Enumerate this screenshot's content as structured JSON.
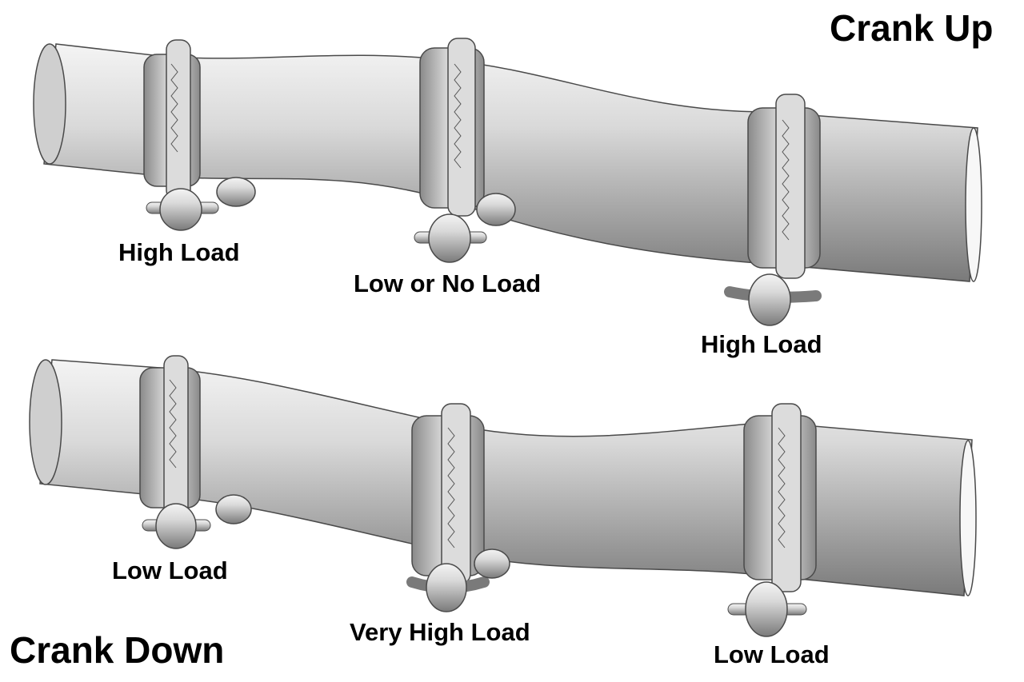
{
  "diagram": {
    "top": {
      "title": "Crank Up",
      "labels": [
        "High Load",
        "Low or No Load",
        "High Load"
      ]
    },
    "bottom": {
      "title": "Crank Down",
      "labels": [
        "Low Load",
        "Very High Load",
        "Low Load"
      ]
    }
  },
  "colors": {
    "shaft_light": "#f2f2f2",
    "shaft_mid": "#c4c4c4",
    "shaft_dark": "#7c7c7c",
    "outline": "#4a4a4a",
    "text": "#000000"
  }
}
